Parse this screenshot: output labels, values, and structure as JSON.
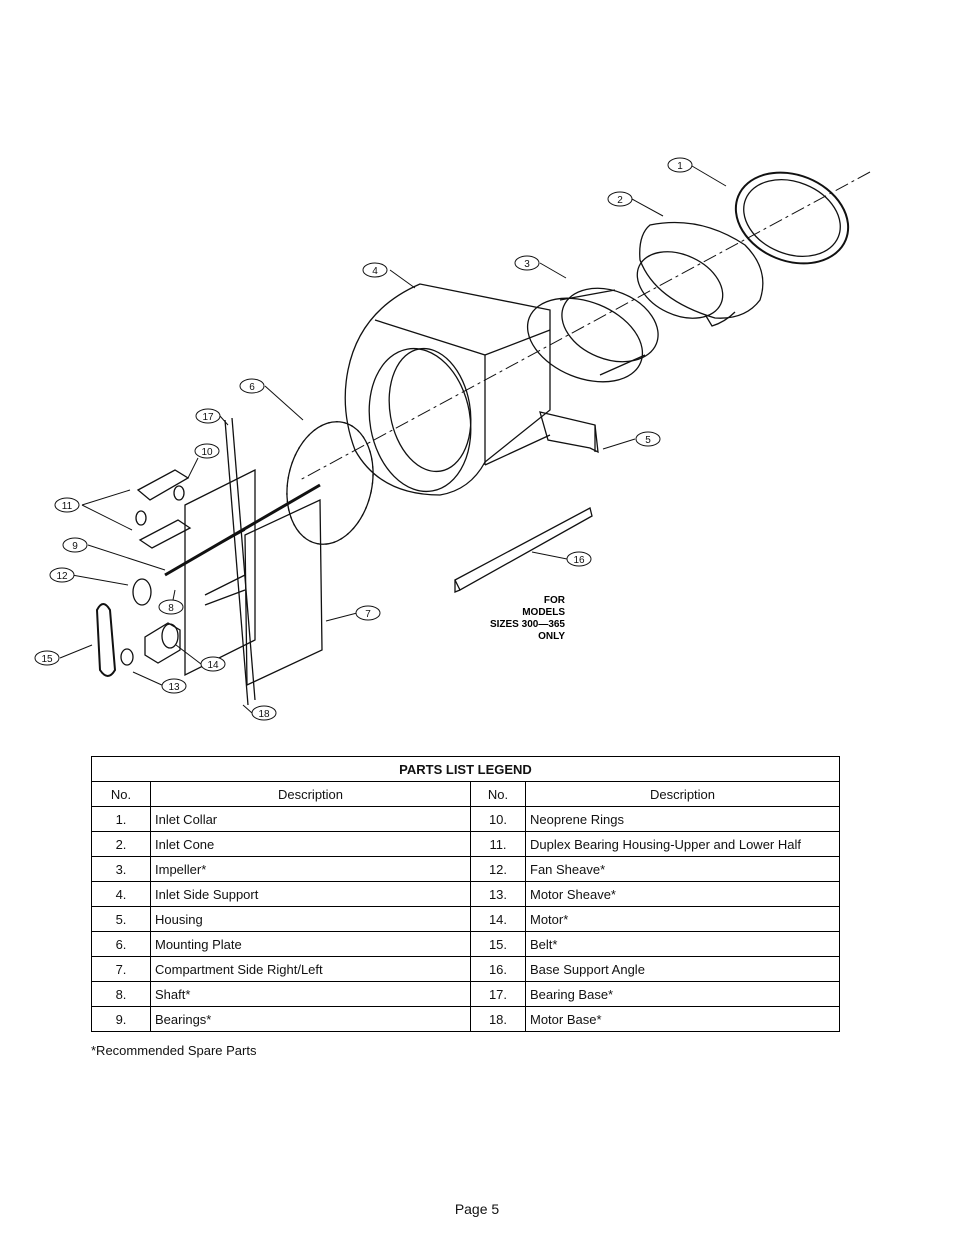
{
  "diagram": {
    "callouts": [
      "1",
      "2",
      "3",
      "4",
      "5",
      "6",
      "7",
      "8",
      "9",
      "10",
      "11",
      "12",
      "13",
      "14",
      "15",
      "16",
      "17",
      "18"
    ],
    "note": [
      "FOR",
      "MODELS",
      "SIZES 300—365",
      "ONLY"
    ]
  },
  "legend": {
    "title": "PARTS LIST LEGEND",
    "headers": {
      "no": "No.",
      "description": "Description"
    },
    "rows": [
      {
        "no1": "1.",
        "d1": "Inlet Collar",
        "no2": "10.",
        "d2": "Neoprene Rings"
      },
      {
        "no1": "2.",
        "d1": "Inlet Cone",
        "no2": "11.",
        "d2": "Duplex  Bearing Housing-Upper and Lower Half"
      },
      {
        "no1": "3.",
        "d1": "Impeller*",
        "no2": "12.",
        "d2": "Fan Sheave*"
      },
      {
        "no1": "4.",
        "d1": "Inlet Side Support",
        "no2": "13.",
        "d2": "Motor Sheave*"
      },
      {
        "no1": "5.",
        "d1": "Housing",
        "no2": "14.",
        "d2": "Motor*"
      },
      {
        "no1": "6.",
        "d1": "Mounting Plate",
        "no2": "15.",
        "d2": "Belt*"
      },
      {
        "no1": "7.",
        "d1": "Compartment Side Right/Left",
        "no2": "16.",
        "d2": "Base Support Angle"
      },
      {
        "no1": "8.",
        "d1": "Shaft*",
        "no2": "17.",
        "d2": "Bearing Base*"
      },
      {
        "no1": "9.",
        "d1": "Bearings*",
        "no2": "18.",
        "d2": "Motor Base*"
      }
    ]
  },
  "footnote": "*Recommended Spare Parts",
  "page": "Page 5"
}
